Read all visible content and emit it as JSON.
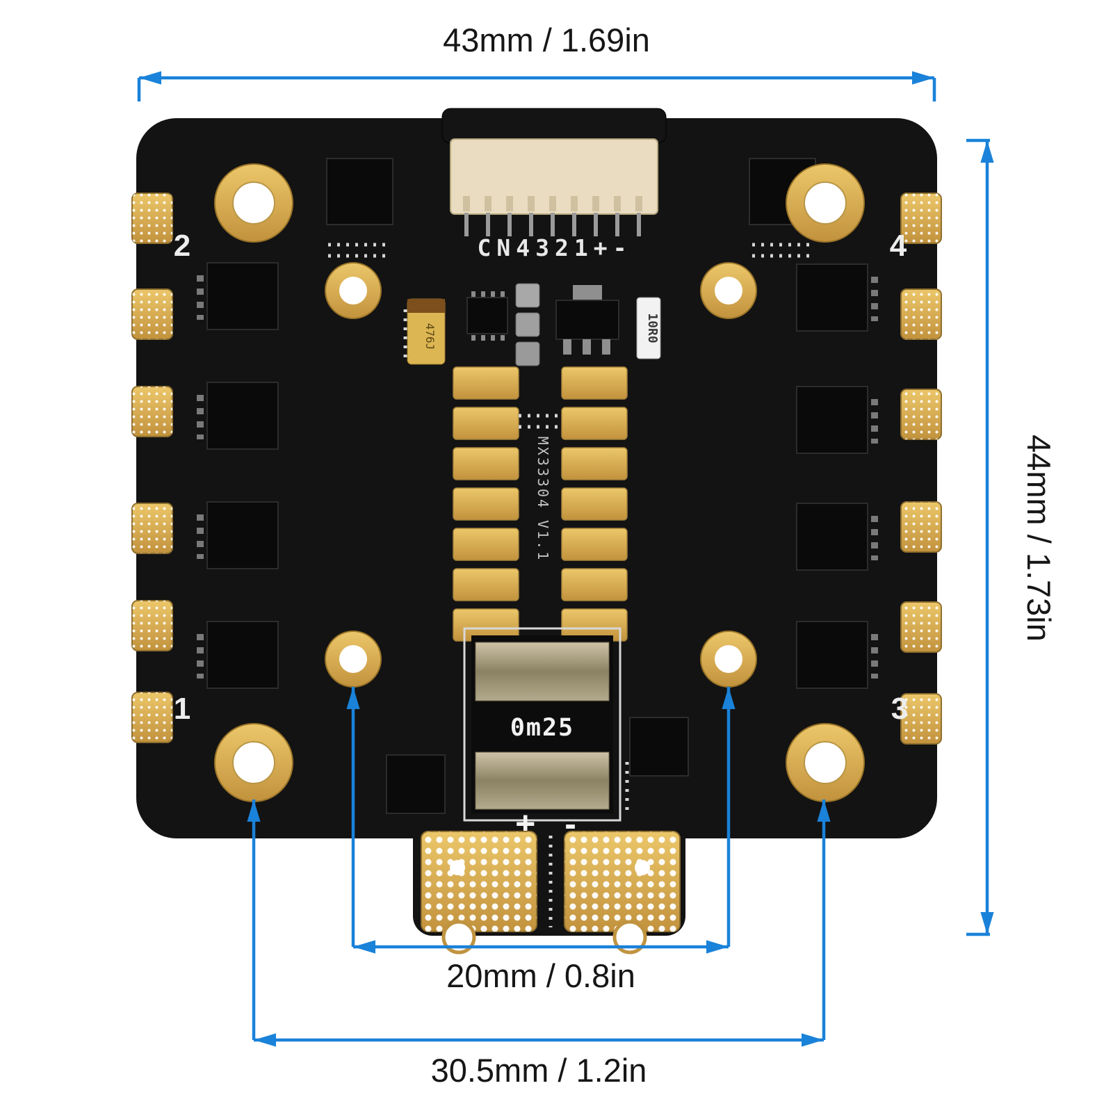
{
  "dimensions": {
    "width_label": "43mm / 1.69in",
    "height_label": "44mm / 1.73in",
    "inner_hole_spacing_label": "20mm / 0.8in",
    "outer_hole_spacing_label": "30.5mm / 1.2in"
  },
  "board": {
    "connector_label": "CN4321+-",
    "corner_numbers": {
      "top_left": "2",
      "top_right": "4",
      "bottom_left": "1",
      "bottom_right": "3"
    },
    "shunt_label": "0m25",
    "power_polarity_label": "+ -",
    "silkscreen_vertical_label": "MX33304 V1.1",
    "capacitor_label": "476J",
    "resistor_label": "10R0"
  },
  "colors": {
    "dimension_blue": "#1a82d9",
    "board_black": "#131313",
    "pad_gold": "#d2a54f",
    "connector_tan": "#e9dcc0",
    "background": "#ffffff"
  }
}
